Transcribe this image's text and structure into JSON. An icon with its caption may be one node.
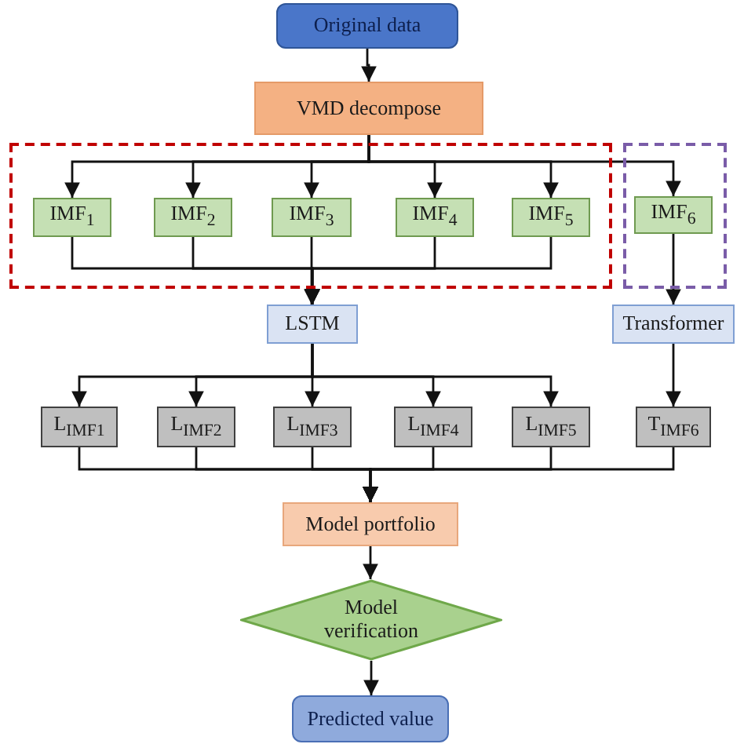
{
  "diagram": {
    "nodes": [
      {
        "text": [
          "Original data"
        ]
      },
      {
        "text": [
          "VMD decompose"
        ]
      },
      {
        "text": [],
        "shape": "box"
      },
      {
        "text": [
          "IMF$_{1}$"
        ],
        "in": 2
      },
      {
        "text": [
          "IMF$_{2}$"
        ],
        "in": 2
      },
      {
        "text": [
          "IMF$_{3}$"
        ],
        "in": 2
      },
      {
        "text": [
          "IMF$_{4}$"
        ],
        "in": 2
      },
      {
        "text": [
          "IMF$_{5}$"
        ],
        "in": 2
      },
      {
        "text": [],
        "shape": "box"
      },
      {
        "text": [
          "IMF$_{6}$"
        ],
        "in": 8
      },
      {
        "text": [
          "LSTM"
        ]
      },
      {
        "text": [
          "Transformer"
        ]
      },
      {
        "text": [
          "L$_{IMF1}$"
        ]
      },
      {
        "text": [
          "L$_{IMF2}$"
        ]
      },
      {
        "text": [
          "L$_{IMF3}$"
        ]
      },
      {
        "text": [
          "L$_{IMF4}$"
        ]
      },
      {
        "text": [
          "L$_{IMF5}$"
        ]
      },
      {
        "text": [
          "T$_{IMF6}$"
        ]
      },
      {
        "text": [
          "Model portfolio"
        ]
      },
      {
        "text": [
          "Model verification"
        ]
      },
      {
        "text": [
          "Predicted value"
        ]
      }
    ],
    "edges": [
      {
        "from": 0,
        "to": 1,
        "arrow": "to"
      },
      {
        "from": 1,
        "to": 3,
        "arrow": "to"
      },
      {
        "from": 1,
        "to": 4,
        "arrow": "to"
      },
      {
        "from": 1,
        "to": 5,
        "arrow": "to"
      },
      {
        "from": 1,
        "to": 6,
        "arrow": "to"
      },
      {
        "from": 1,
        "to": 7,
        "arrow": "to"
      },
      {
        "from": 1,
        "to": 9,
        "arrow": "to"
      },
      {
        "from": 3,
        "to": 10,
        "arrow": "to"
      },
      {
        "from": 4,
        "to": 10,
        "arrow": "to"
      },
      {
        "from": 5,
        "to": 10,
        "arrow": "to"
      },
      {
        "from": 6,
        "to": 10,
        "arrow": "to"
      },
      {
        "from": 7,
        "to": 10,
        "arrow": "to"
      },
      {
        "from": 9,
        "to": 11,
        "arrow": "to"
      },
      {
        "from": 10,
        "to": 12,
        "arrow": "to"
      },
      {
        "from": 10,
        "to": 13,
        "arrow": "to"
      },
      {
        "from": 10,
        "to": 14,
        "arrow": "to"
      },
      {
        "from": 10,
        "to": 15,
        "arrow": "to"
      },
      {
        "from": 10,
        "to": 16,
        "arrow": "to"
      },
      {
        "from": 11,
        "to": 17,
        "arrow": "to"
      },
      {
        "from": 12,
        "to": 18,
        "arrow": "to"
      },
      {
        "from": 13,
        "to": 18,
        "arrow": "to"
      },
      {
        "from": 14,
        "to": 18,
        "arrow": "to"
      },
      {
        "from": 15,
        "to": 18,
        "arrow": "to"
      },
      {
        "from": 16,
        "to": 18,
        "arrow": "to"
      },
      {
        "from": 17,
        "to": 18,
        "arrow": "to"
      },
      {
        "from": 18,
        "to": 19,
        "arrow": "to"
      },
      {
        "from": 19,
        "to": 20,
        "arrow": "to"
      }
    ]
  }
}
